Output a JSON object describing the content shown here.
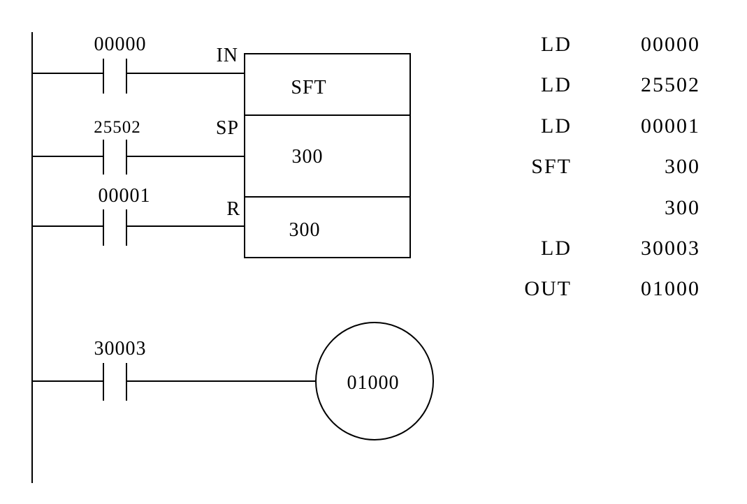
{
  "ladder": {
    "rung1_contact": "00000",
    "rung2_contact": "25502",
    "rung3_contact": "00001",
    "rung4_contact": "30003",
    "block": {
      "pin_in": "IN",
      "pin_sp": "SP",
      "pin_r": "R",
      "instruction": "SFT",
      "start_word": "300",
      "end_word": "300"
    },
    "output_coil": "01000"
  },
  "mnemonic": [
    {
      "op": "LD",
      "arg": "00000"
    },
    {
      "op": "LD",
      "arg": "25502"
    },
    {
      "op": "LD",
      "arg": "00001"
    },
    {
      "op": "SFT",
      "arg": "300"
    },
    {
      "op": "",
      "arg": "300"
    },
    {
      "op": "LD",
      "arg": "30003"
    },
    {
      "op": "OUT",
      "arg": "01000"
    }
  ]
}
